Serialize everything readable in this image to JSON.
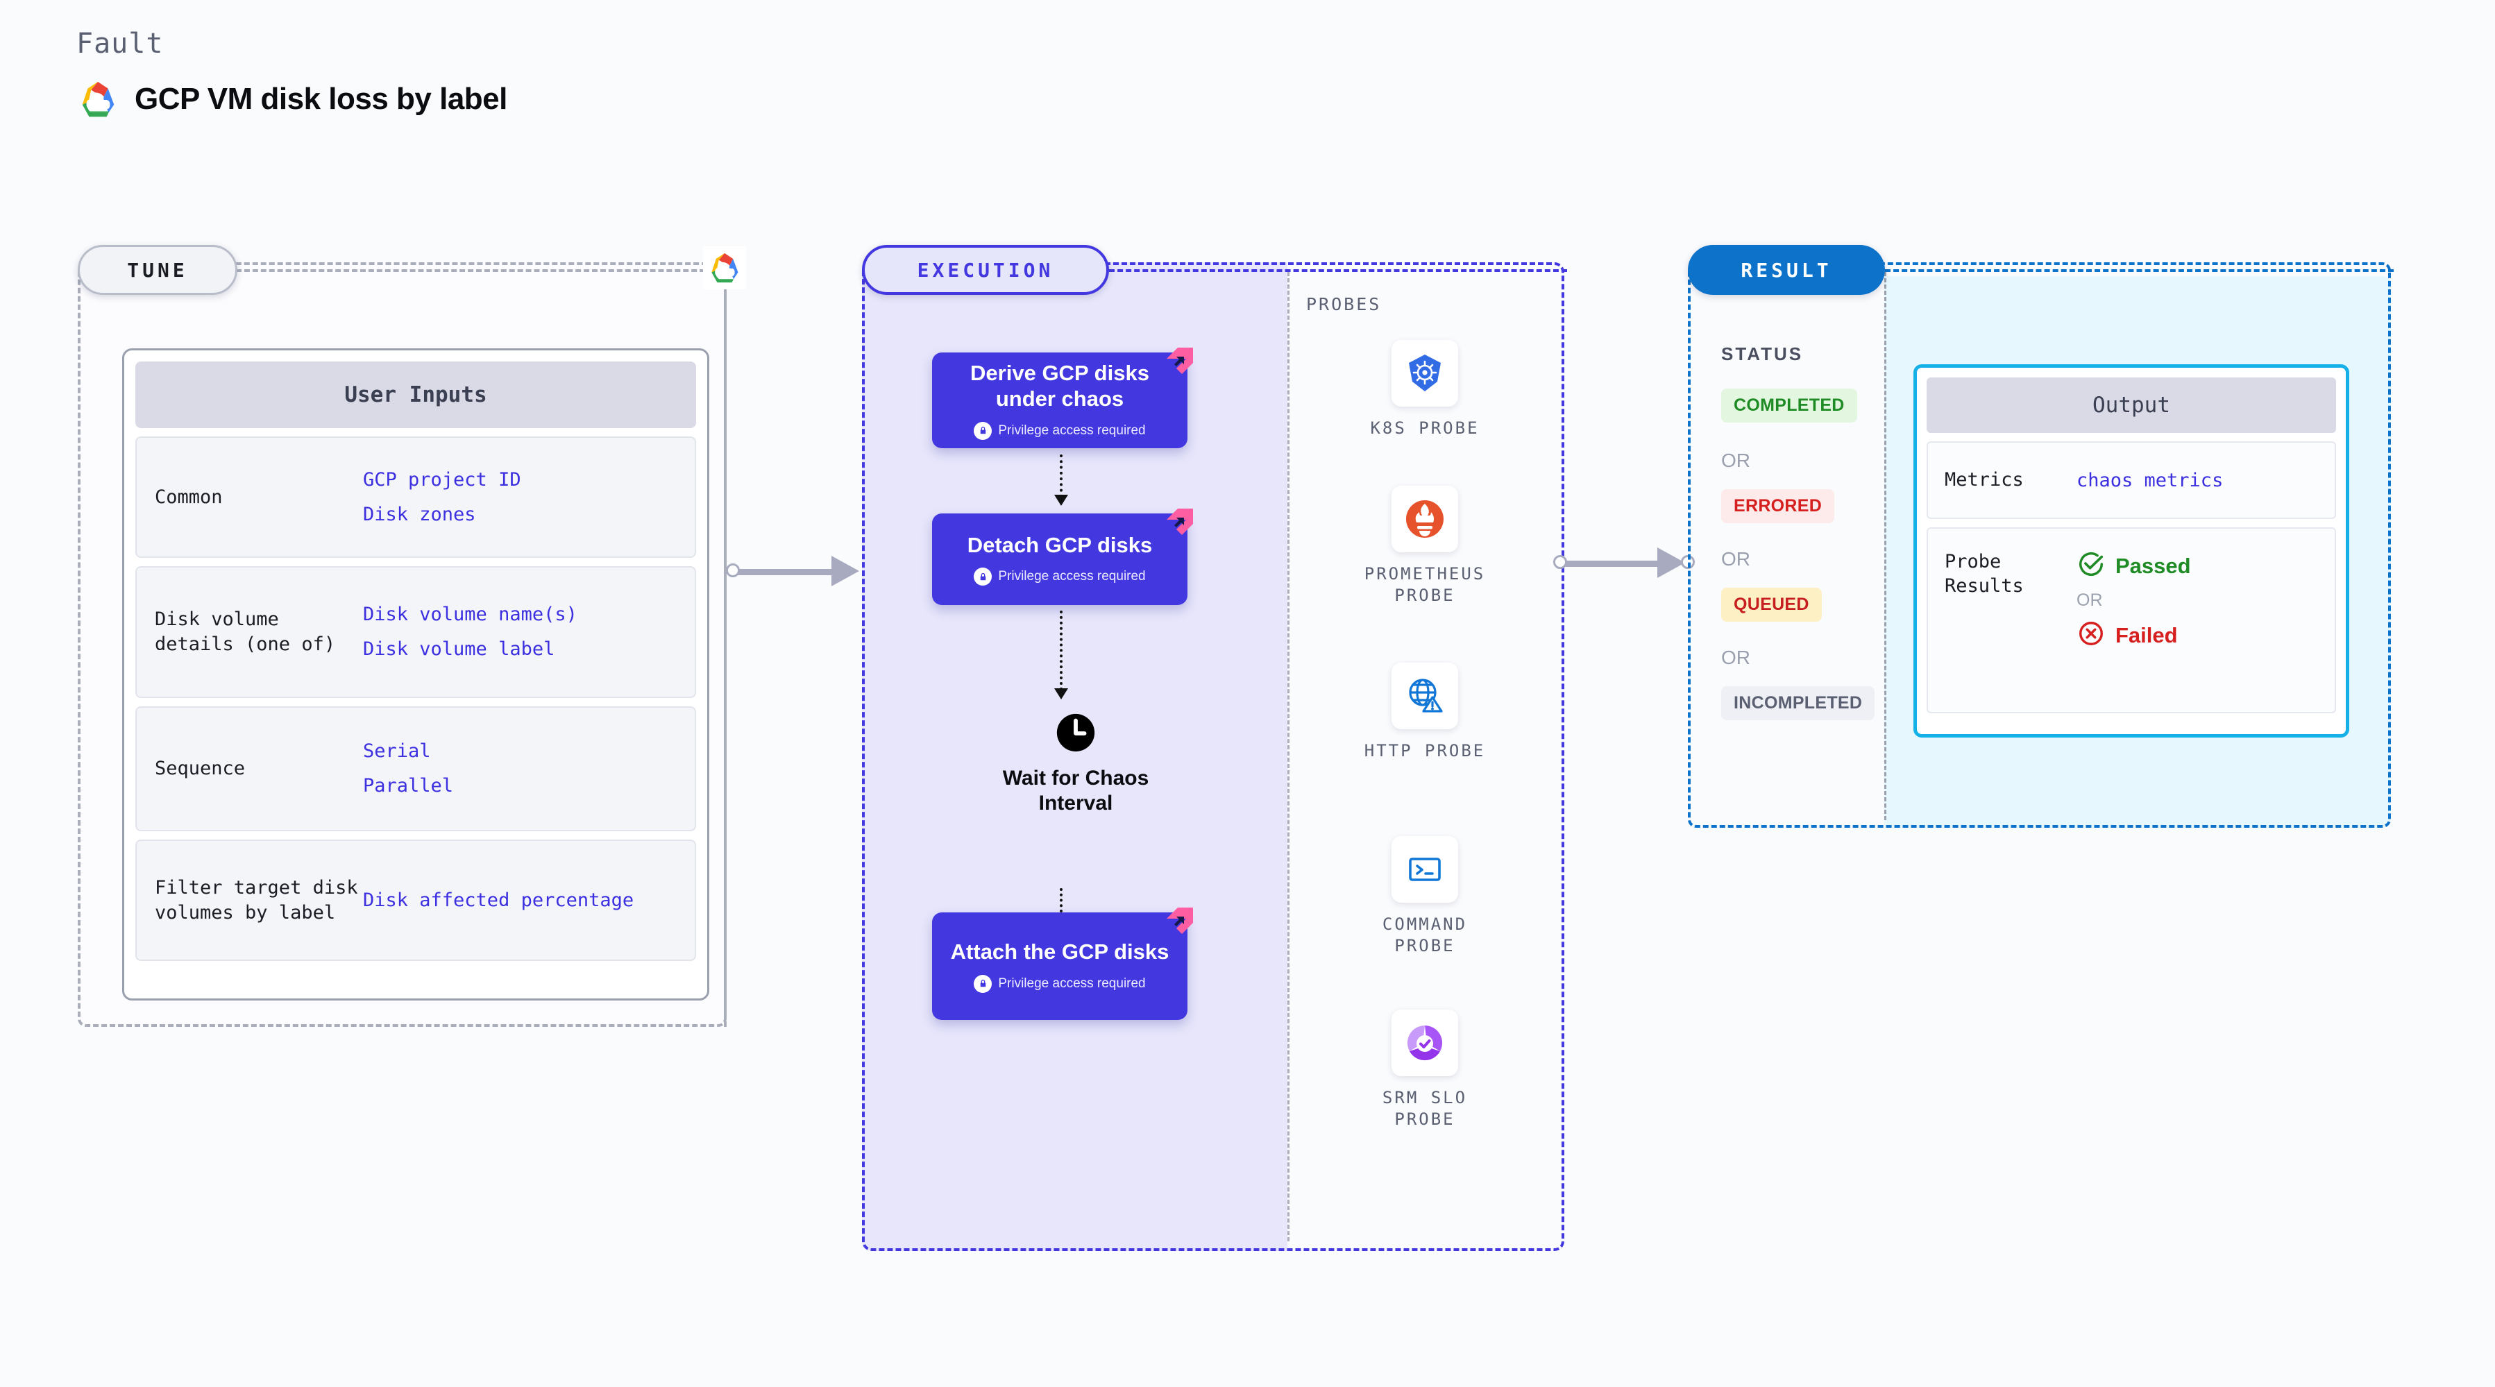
{
  "header": {
    "fault_label": "Fault",
    "title": "GCP VM disk loss by label",
    "logo_icon": "gcp-logo-icon"
  },
  "tune": {
    "pill_label": "TUNE",
    "logo_icon": "gcp-logo-icon",
    "card": {
      "heading": "User Inputs",
      "rows": [
        {
          "key": "Common",
          "values": [
            "GCP project ID",
            "Disk zones"
          ]
        },
        {
          "key": "Disk volume details (one of)",
          "values": [
            "Disk volume name(s)",
            "Disk volume label"
          ]
        },
        {
          "key": "Sequence",
          "values": [
            "Serial",
            "Parallel"
          ]
        },
        {
          "key": "Filter target disk volumes by label",
          "values": [
            "Disk affected percentage"
          ]
        }
      ]
    }
  },
  "execution": {
    "pill_label": "EXECUTION",
    "nodes": [
      {
        "title": "Derive GCP disks under chaos",
        "sub": "Privilege access required",
        "icon": "lock-icon",
        "badge_icon": "chaos-ribbon-icon"
      },
      {
        "title": "Detach GCP disks",
        "sub": "Privilege access required",
        "icon": "lock-icon",
        "badge_icon": "chaos-ribbon-icon"
      },
      {
        "title": "Attach the GCP disks",
        "sub": "Privilege access required",
        "icon": "lock-icon",
        "badge_icon": "chaos-ribbon-icon"
      }
    ],
    "wait": {
      "label": "Wait for Chaos Interval",
      "icon": "clock-icon"
    }
  },
  "probes": {
    "title": "PROBES",
    "items": [
      {
        "label": "K8S PROBE",
        "icon": "kubernetes-icon"
      },
      {
        "label": "PROMETHEUS PROBE",
        "icon": "prometheus-icon"
      },
      {
        "label": "HTTP PROBE",
        "icon": "http-globe-icon"
      },
      {
        "label": "COMMAND PROBE",
        "icon": "terminal-icon"
      },
      {
        "label": "SRM SLO PROBE",
        "icon": "srm-slo-icon"
      }
    ]
  },
  "result": {
    "pill_label": "RESULT",
    "status_title": "STATUS",
    "or_label": "OR",
    "statuses": [
      {
        "label": "COMPLETED",
        "fg": "#1e8b25",
        "bg": "#e3f7e0"
      },
      {
        "label": "ERRORED",
        "fg": "#d61f1f",
        "bg": "#fdeaea"
      },
      {
        "label": "QUEUED",
        "fg": "#c71f1f",
        "bg": "#fdf0c4"
      },
      {
        "label": "INCOMPLETED",
        "fg": "#5a6072",
        "bg": "#eef0f5"
      }
    ],
    "output": {
      "heading": "Output",
      "metrics_key": "Metrics",
      "metrics_value": "chaos metrics",
      "probe_key": "Probe Results",
      "passed": "Passed",
      "failed": "Failed",
      "or_label": "OR",
      "passed_icon": "check-circle-icon",
      "failed_icon": "x-circle-icon",
      "passed_color": "#1e8b25",
      "failed_color": "#d61f1f"
    }
  },
  "colors": {
    "accent_indigo": "#4338e0",
    "accent_blue": "#0d72ca",
    "accent_cyan": "#16b0e8",
    "link_blue": "#3b2fe0",
    "ribbon_pink": "#ff5fa2",
    "connector_gray": "#a8abc0"
  }
}
